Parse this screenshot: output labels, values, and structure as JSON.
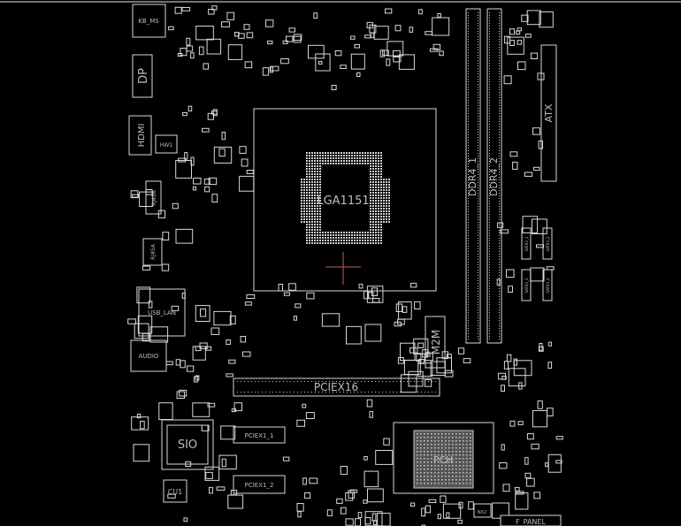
{
  "board": {
    "background": "#000000",
    "outline_color": "#d8d8d8",
    "marker_color": "#c03030",
    "components": {
      "kb_ms": "KB_MS",
      "dp": "DP",
      "hdmi": "HDMI",
      "hw1": "HW1",
      "rj45b": "RJ45B",
      "rj45a": "RJ45A",
      "usb_lan": "USB_LAN",
      "audio": "AUDIO",
      "cpu_socket": "LGA1151",
      "m2m": "M2M",
      "pciex16": "PCIEX16",
      "pciex1_1": "PCIEX1_1",
      "pciex1_2": "PCIEX1_2",
      "sio": "SIO",
      "cu1": "CU1",
      "pch": "PCH",
      "ddr4_1": "DDR4_1",
      "ddr4_2": "DDR4_2",
      "atx": "ATX",
      "sata3_1": "SATA3_1",
      "sata3_2": "SATA3_2",
      "sata3_3": "SATA3_3",
      "sata3_4": "SATA3_4",
      "nx2": "NX2",
      "f_panel": "F_PANEL"
    }
  }
}
